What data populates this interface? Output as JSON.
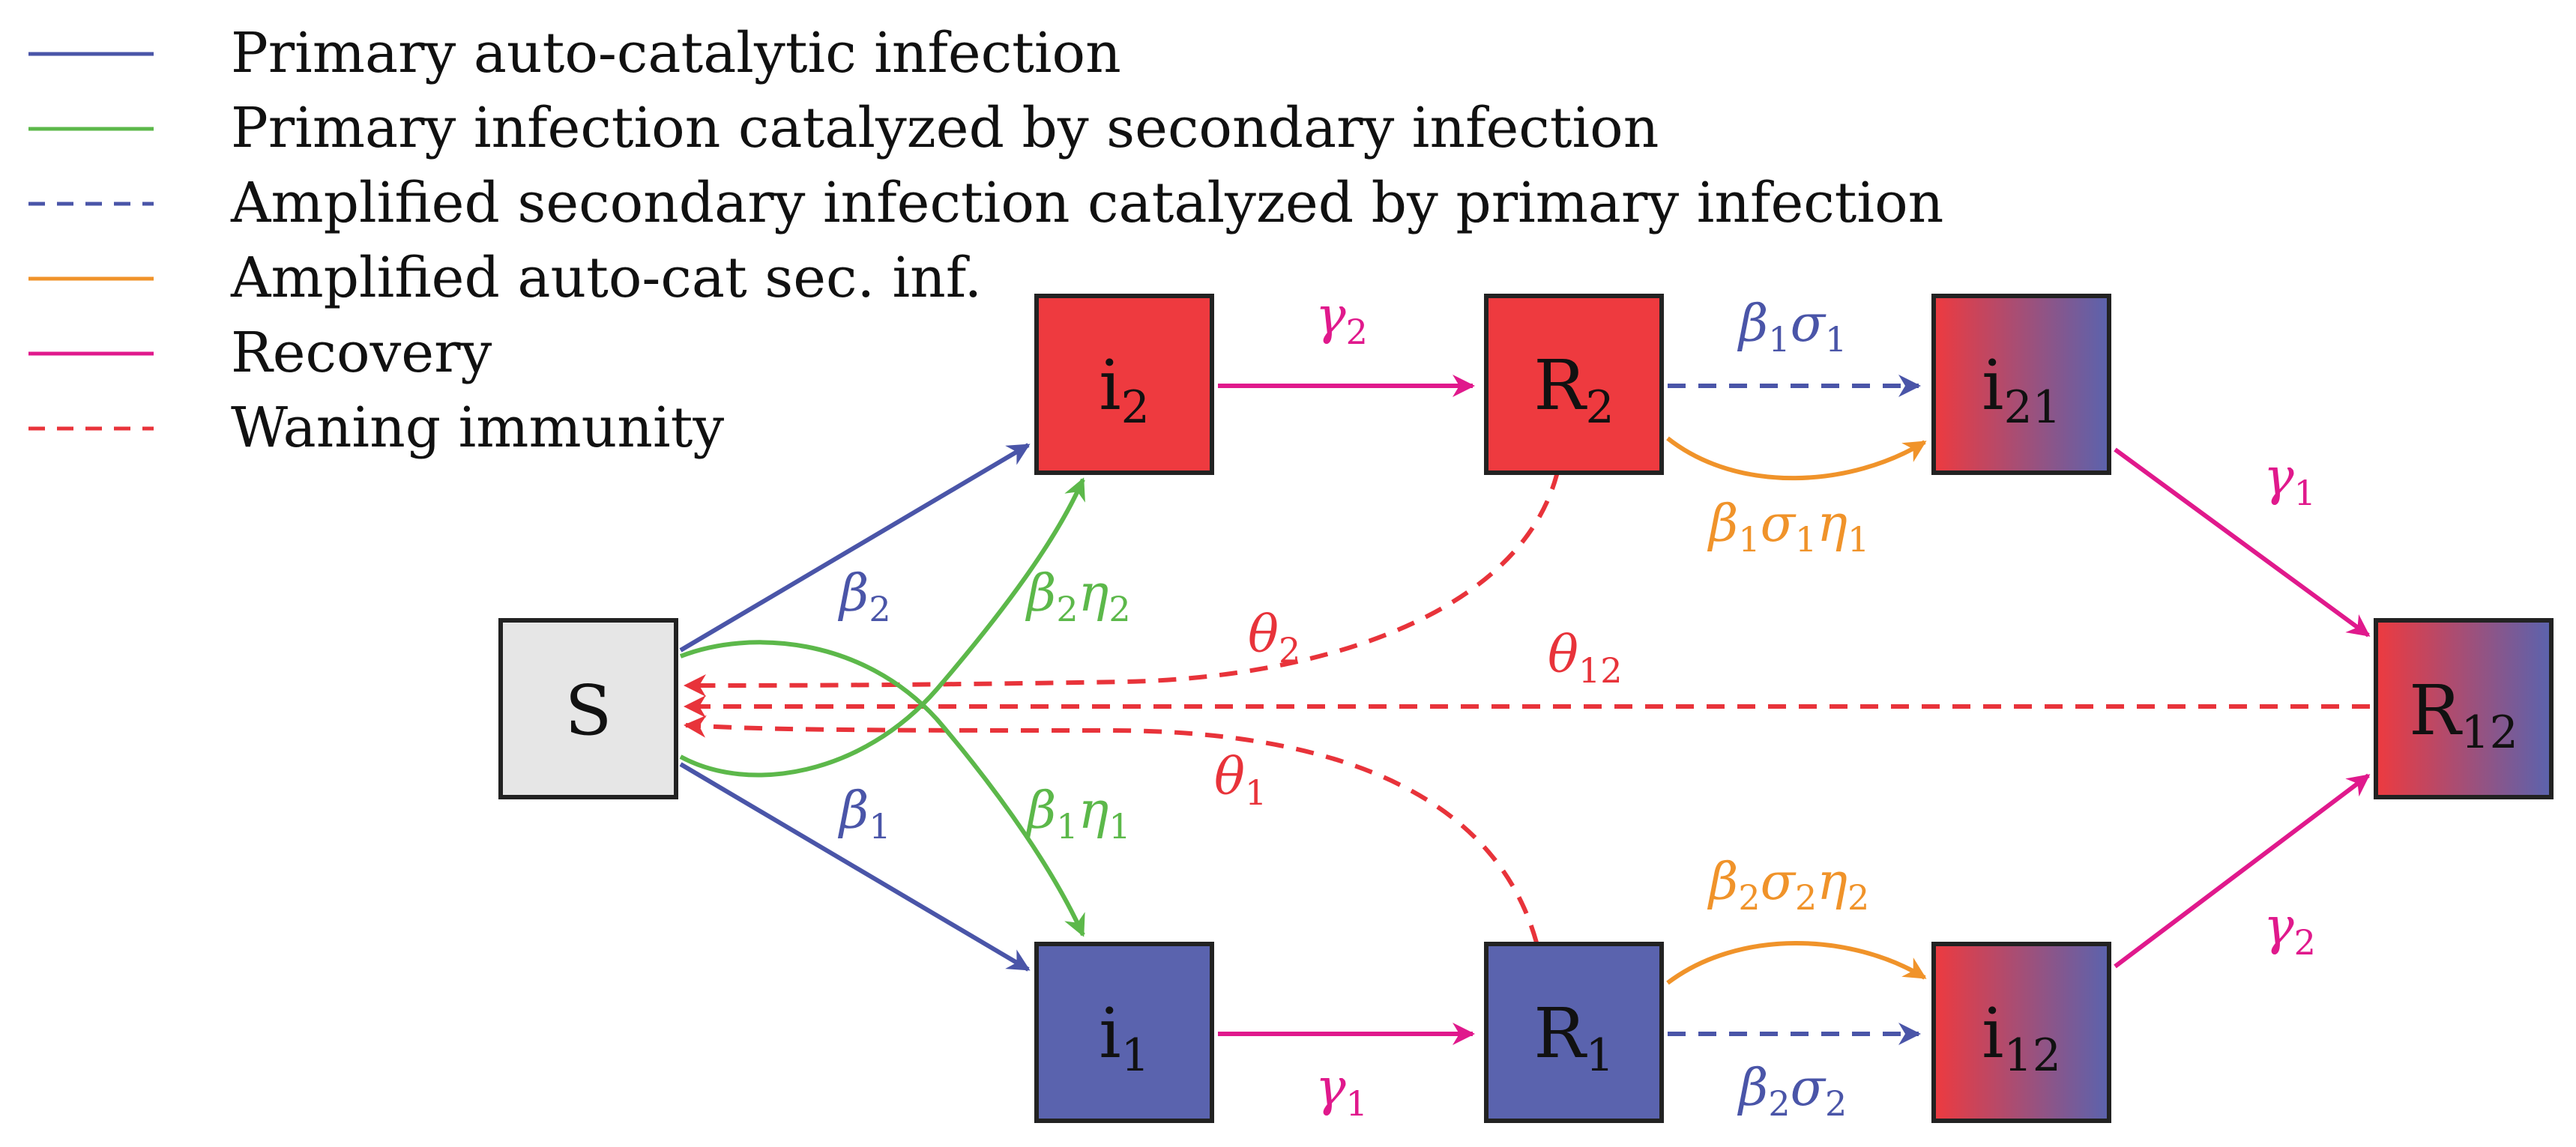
{
  "colors": {
    "primary_auto": "#4a55a8",
    "primary_catalyzed": "#5cb84a",
    "amplified_secondary": "#4a55a8",
    "amplified_auto": "#f0932a",
    "recovery": "#e0198c",
    "waning": "#e8333a",
    "red_fill": "#ee3a3f",
    "blue_fill": "#5a63ae",
    "s_fill": "#e6e6e6"
  },
  "legend": [
    {
      "label": "Primary auto-catalytic infection",
      "color": "#4a55a8",
      "style": "solid"
    },
    {
      "label": "Primary infection catalyzed by secondary infection",
      "color": "#5cb84a",
      "style": "solid"
    },
    {
      "label": "Amplified secondary infection catalyzed by primary infection",
      "color": "#4a55a8",
      "style": "dashed"
    },
    {
      "label": "Amplified auto-cat sec. inf.",
      "color": "#f0932a",
      "style": "solid"
    },
    {
      "label": "Recovery",
      "color": "#e0198c",
      "style": "solid"
    },
    {
      "label": "Waning immunity",
      "color": "#e8333a",
      "style": "dashed"
    }
  ],
  "nodes": {
    "S": {
      "main": "S",
      "sub": ""
    },
    "i2": {
      "main": "i",
      "sub": "2"
    },
    "i1": {
      "main": "i",
      "sub": "1"
    },
    "R2": {
      "main": "R",
      "sub": "2"
    },
    "R1": {
      "main": "R",
      "sub": "1"
    },
    "i21": {
      "main": "i",
      "sub": "21"
    },
    "i12": {
      "main": "i",
      "sub": "12"
    },
    "R12": {
      "main": "R",
      "sub": "12"
    }
  },
  "rates": {
    "beta2": {
      "sym": [
        "β"
      ],
      "sub": [
        "2"
      ]
    },
    "beta1": {
      "sym": [
        "β"
      ],
      "sub": [
        "1"
      ]
    },
    "beta2eta2": {
      "sym": [
        "β",
        "η"
      ],
      "sub": [
        "2",
        "2"
      ]
    },
    "beta1eta1": {
      "sym": [
        "β",
        "η"
      ],
      "sub": [
        "1",
        "1"
      ]
    },
    "gamma2_top": {
      "sym": [
        "γ"
      ],
      "sub": [
        "2"
      ]
    },
    "gamma1_bottom": {
      "sym": [
        "γ"
      ],
      "sub": [
        "1"
      ]
    },
    "beta1sigma1": {
      "sym": [
        "β",
        "σ"
      ],
      "sub": [
        "1",
        "1"
      ]
    },
    "beta1sigma1eta1": {
      "sym": [
        "β",
        "σ",
        "η"
      ],
      "sub": [
        "1",
        "1",
        "1"
      ]
    },
    "beta2sigma2eta2": {
      "sym": [
        "β",
        "σ",
        "η"
      ],
      "sub": [
        "2",
        "2",
        "2"
      ]
    },
    "beta2sigma2": {
      "sym": [
        "β",
        "σ"
      ],
      "sub": [
        "2",
        "2"
      ]
    },
    "gamma1_right": {
      "sym": [
        "γ"
      ],
      "sub": [
        "1"
      ]
    },
    "gamma2_right": {
      "sym": [
        "γ"
      ],
      "sub": [
        "2"
      ]
    },
    "theta2": {
      "sym": [
        "θ"
      ],
      "sub": [
        "2"
      ]
    },
    "theta12": {
      "sym": [
        "θ"
      ],
      "sub": [
        "12"
      ]
    },
    "theta1": {
      "sym": [
        "θ"
      ],
      "sub": [
        "1"
      ]
    }
  }
}
